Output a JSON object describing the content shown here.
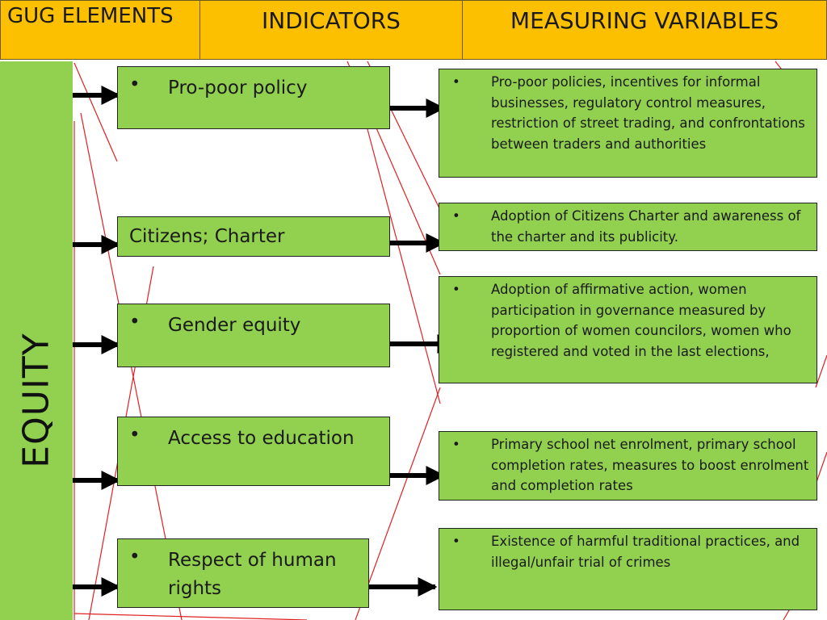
{
  "header": {
    "col1": "GUG ELEMENTS",
    "col2": "INDICATORS",
    "col3": "MEASURING VARIABLES"
  },
  "element": "EQUITY",
  "bullet": "•",
  "rows": [
    {
      "indicator": "Pro-poor policy",
      "bulleted": true,
      "variable": "Pro-poor policies, incentives for informal businesses, regulatory control measures, restriction of street trading, and confrontations between traders and authorities"
    },
    {
      "indicator": "Citizens; Charter",
      "bulleted": false,
      "variable": "Adoption of Citizens Charter and awareness of the charter and its publicity."
    },
    {
      "indicator": "Gender equity",
      "bulleted": true,
      "variable": "Adoption of affirmative action, women participation in governance measured by proportion of women councilors, women who registered and voted in the last elections,"
    },
    {
      "indicator": "Access to education",
      "bulleted": true,
      "variable": "Primary school net enrolment, primary school completion rates, measures to boost enrolment and completion rates"
    },
    {
      "indicator": "Respect of human rights",
      "bulleted": true,
      "variable": "Existence of harmful traditional practices, and illegal/unfair trial of crimes"
    }
  ],
  "colors": {
    "header": "#fcc000",
    "box": "#92d050",
    "decor_line": "#e02020"
  }
}
